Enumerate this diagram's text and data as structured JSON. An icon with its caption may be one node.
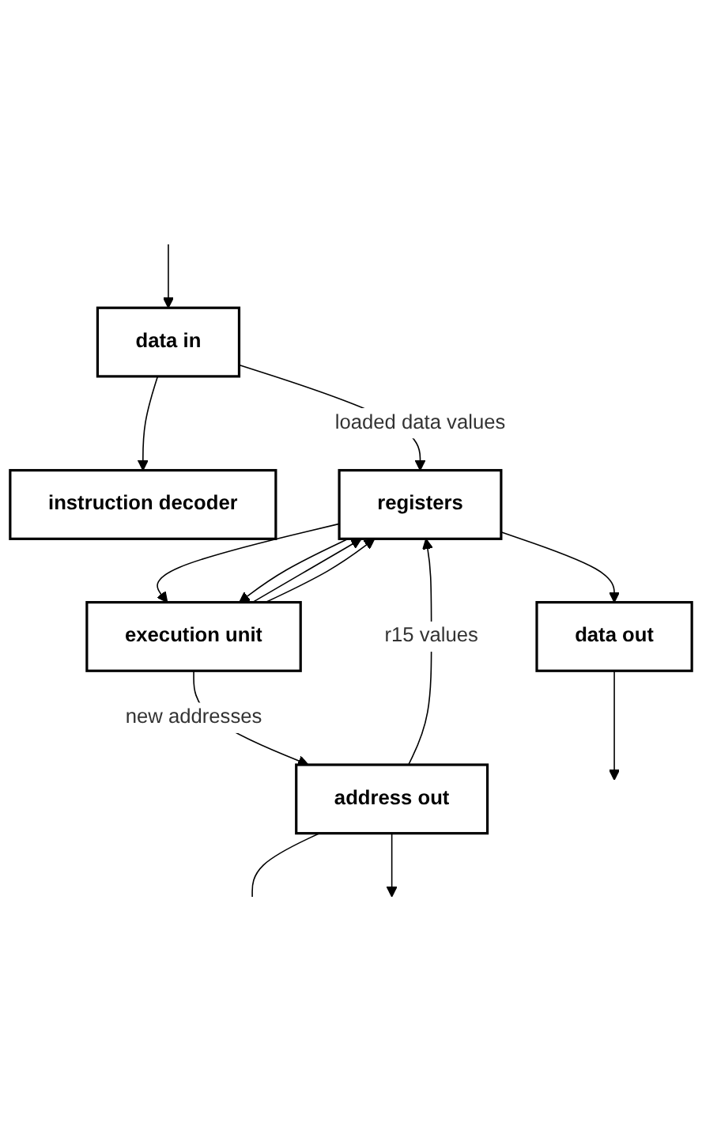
{
  "diagram": {
    "nodes": [
      {
        "text": [
          "data in"
        ]
      },
      {
        "text": [
          "instruction decoder"
        ]
      },
      {
        "text": [
          "registers"
        ]
      },
      {
        "text": [
          "execution unit"
        ]
      },
      {
        "text": [
          "data out"
        ]
      },
      {
        "text": [
          "address out"
        ]
      }
    ],
    "edges": [
      {
        "from": null,
        "to": 0,
        "arrow": "to"
      },
      {
        "from": 0,
        "to": 1,
        "arrow": "to"
      },
      {
        "from": 0,
        "to": 2,
        "label": "loaded data values",
        "arrow": "to"
      },
      {
        "from": 5,
        "to": 2,
        "label": "r15 values",
        "arrow": "to"
      },
      {
        "from": 3,
        "to": 2,
        "arrow": "to"
      },
      {
        "from": 3,
        "to": 2,
        "arrow": "to"
      },
      {
        "from": 2,
        "to": 3,
        "arrow": "to"
      },
      {
        "from": 2,
        "to": 3,
        "arrow": "to"
      },
      {
        "from": 2,
        "to": 4,
        "arrow": "to"
      },
      {
        "from": 3,
        "to": 5,
        "label": "new addresses",
        "arrow": "to"
      },
      {
        "from": 5,
        "to": null,
        "arrow": "none"
      },
      {
        "from": 4,
        "to": null,
        "arrow": "to"
      },
      {
        "from": 5,
        "to": null,
        "arrow": "to"
      }
    ]
  }
}
